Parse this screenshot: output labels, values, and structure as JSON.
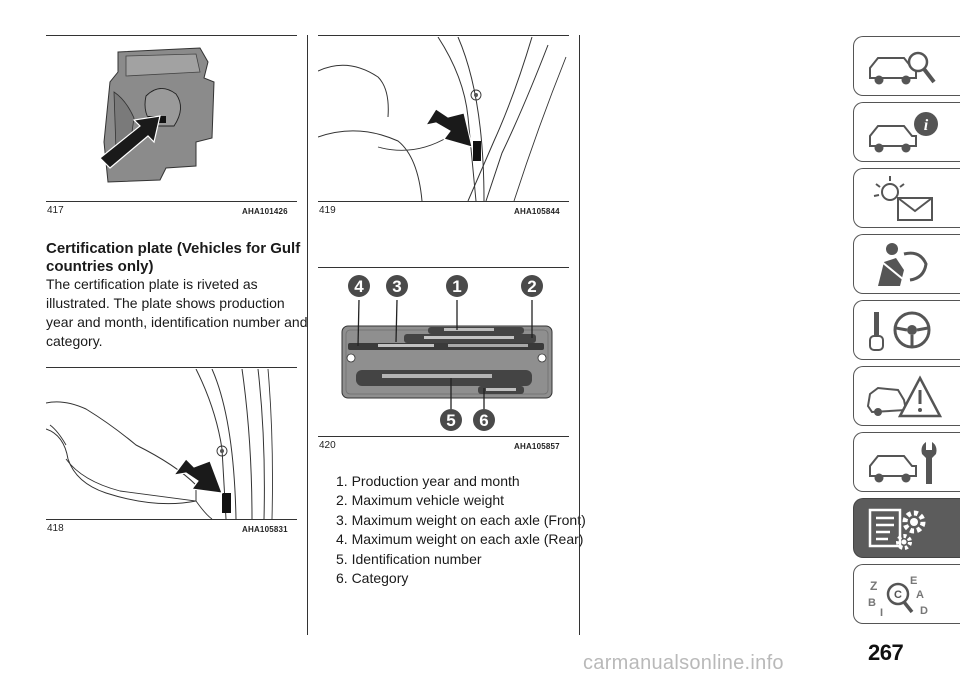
{
  "figures": [
    {
      "number": "417",
      "code": "AHA101426"
    },
    {
      "number": "418",
      "code": "AHA105831"
    },
    {
      "number": "419",
      "code": "AHA105844"
    },
    {
      "number": "420",
      "code": "AHA105857"
    }
  ],
  "section": {
    "title": "Certification plate (Vehicles for Gulf countries only)",
    "body": "The certification plate is riveted as illustrated. The plate shows production year and month, identification number and category."
  },
  "plate_callouts": [
    "4",
    "3",
    "1",
    "2",
    "5",
    "6"
  ],
  "legend": [
    "1. Production year and month",
    "2. Maximum vehicle weight",
    "3. Maximum weight on each axle (Front)",
    "4. Maximum weight on each axle (Rear)",
    "5. Identification number",
    "6. Category"
  ],
  "side_tabs": [
    {
      "icon": "car-search-icon",
      "active": false
    },
    {
      "icon": "car-info-icon",
      "active": false
    },
    {
      "icon": "warning-light-message-icon",
      "active": false
    },
    {
      "icon": "airbag-seat-icon",
      "active": false
    },
    {
      "icon": "key-steering-wheel-icon",
      "active": false
    },
    {
      "icon": "car-warning-triangle-icon",
      "active": false
    },
    {
      "icon": "car-wrench-icon",
      "active": false
    },
    {
      "icon": "spec-list-gears-icon",
      "active": true
    },
    {
      "icon": "alphabet-index-search-icon",
      "active": false
    }
  ],
  "page_number": "267",
  "watermark": "carmanualsonline.info",
  "colors": {
    "active_tab": "#5c5c5c",
    "plate": "#8f8f8f",
    "callout": "#4a4a4a"
  }
}
